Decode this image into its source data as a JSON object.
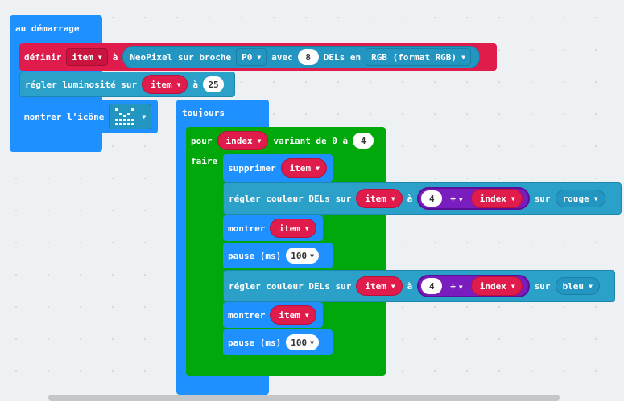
{
  "on_start": {
    "hat_label": "au démarrage",
    "set_neopixel": {
      "label": "définir",
      "var": "item",
      "to": "à",
      "neopixel_label": "NeoPixel sur broche",
      "pin": "P0",
      "with": "avec",
      "count": "8",
      "leds_in": "DELs en",
      "mode": "RGB (format RGB)"
    },
    "brightness": {
      "label": "régler luminosité sur",
      "var": "item",
      "to": "à",
      "value": "25"
    },
    "show_icon": {
      "label": "montrer l'icône",
      "icon": "skull-icon"
    }
  },
  "forever": {
    "hat_label": "toujours",
    "loop": {
      "for_label": "pour",
      "var": "index",
      "range_label": "variant de 0 à",
      "max": "4",
      "do_label": "faire",
      "body": {
        "clear": {
          "label": "supprimer",
          "var": "item"
        },
        "set_color_1": {
          "label": "régler couleur DELs sur",
          "var": "item",
          "to": "à",
          "a": "4",
          "op": "+",
          "b": "index",
          "on": "sur",
          "color": "rouge"
        },
        "show_1": {
          "label": "montrer",
          "var": "item"
        },
        "pause_1": {
          "label": "pause (ms)",
          "value": "100"
        },
        "set_color_2": {
          "label": "régler couleur DELs sur",
          "var": "item",
          "to": "à",
          "a": "4",
          "op": "+",
          "b": "index",
          "on": "sur",
          "color": "bleu"
        },
        "show_2": {
          "label": "montrer",
          "var": "item"
        },
        "pause_2": {
          "label": "pause (ms)",
          "value": "100"
        }
      }
    }
  },
  "colors": {
    "basic": "#1e90ff",
    "light": "#2ba0c9",
    "variables": "#e01c4c",
    "loops": "#00a80c",
    "math": "#7a1dbf"
  }
}
